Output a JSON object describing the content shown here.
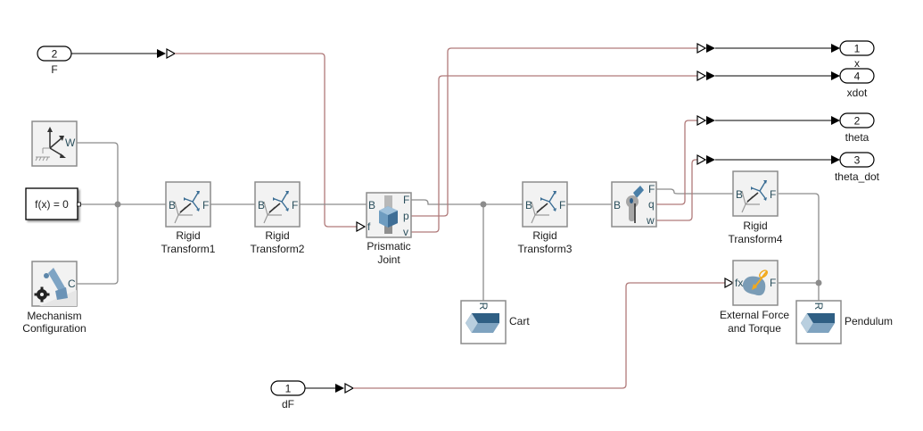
{
  "diagram": {
    "type": "simulink-simscape-model",
    "inports": [
      {
        "number": "2",
        "name": "F"
      },
      {
        "number": "1",
        "name": "dF"
      }
    ],
    "outports": [
      {
        "number": "1",
        "name": "x"
      },
      {
        "number": "4",
        "name": "xdot"
      },
      {
        "number": "2",
        "name": "theta"
      },
      {
        "number": "3",
        "name": "theta_dot"
      }
    ],
    "blocks": {
      "world_frame": {
        "label": "",
        "port_w": "W"
      },
      "solver": {
        "text": "f(x) = 0"
      },
      "mech_config": {
        "label_line1": "Mechanism",
        "label_line2": "Configuration",
        "port_c": "C"
      },
      "rt1": {
        "label_line1": "Rigid",
        "label_line2": "Transform1",
        "port_b": "B",
        "port_f": "F"
      },
      "rt2": {
        "label_line1": "Rigid",
        "label_line2": "Transform2",
        "port_b": "B",
        "port_f": "F"
      },
      "prismatic": {
        "label_line1": "Prismatic",
        "label_line2": "Joint",
        "port_b": "B",
        "port_f_in": "f",
        "port_F": "F",
        "port_p": "p",
        "port_v": "v"
      },
      "rt3": {
        "label_line1": "Rigid",
        "label_line2": "Transform3",
        "port_b": "B",
        "port_f": "F"
      },
      "revolute": {
        "label": "",
        "port_b": "B",
        "port_F": "F",
        "port_q": "q",
        "port_w": "w"
      },
      "rt4": {
        "label_line1": "Rigid",
        "label_line2": "Transform4",
        "port_b": "B",
        "port_f": "F"
      },
      "cart": {
        "label": "Cart",
        "port_r": "R"
      },
      "ext_force": {
        "label_line1": "External Force",
        "label_line2": "and Torque",
        "port_fx": "fx",
        "port_f": "F"
      },
      "pendulum": {
        "label": "Pendulum",
        "port_r": "R"
      }
    },
    "colors": {
      "physical_connection": "#8c8c8c",
      "ps_signal": "#b07a7a",
      "simulink_signal": "#000000",
      "port_text": "#2b4f5c",
      "icon_blue": "#4a7fa8"
    }
  }
}
